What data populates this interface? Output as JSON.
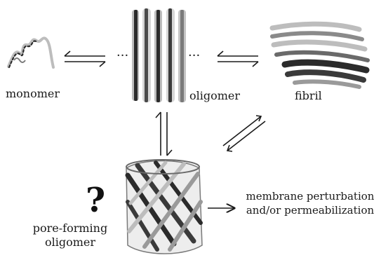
{
  "labels": {
    "monomer": "monomer",
    "oligomer": "oligomer",
    "fibril": "fibril",
    "pore_line1": "pore-forming",
    "pore_line2": "oligomer",
    "membrane_line1": "membrane perturbation",
    "membrane_line2": "and/or permeabilization",
    "question": "?",
    "ellipsis": "···"
  },
  "colors": {
    "ink": "#1a1a1a",
    "dark_strand": "#2b2b2b",
    "mid_strand": "#7a7a7a",
    "light_strand": "#bdbdbd"
  }
}
